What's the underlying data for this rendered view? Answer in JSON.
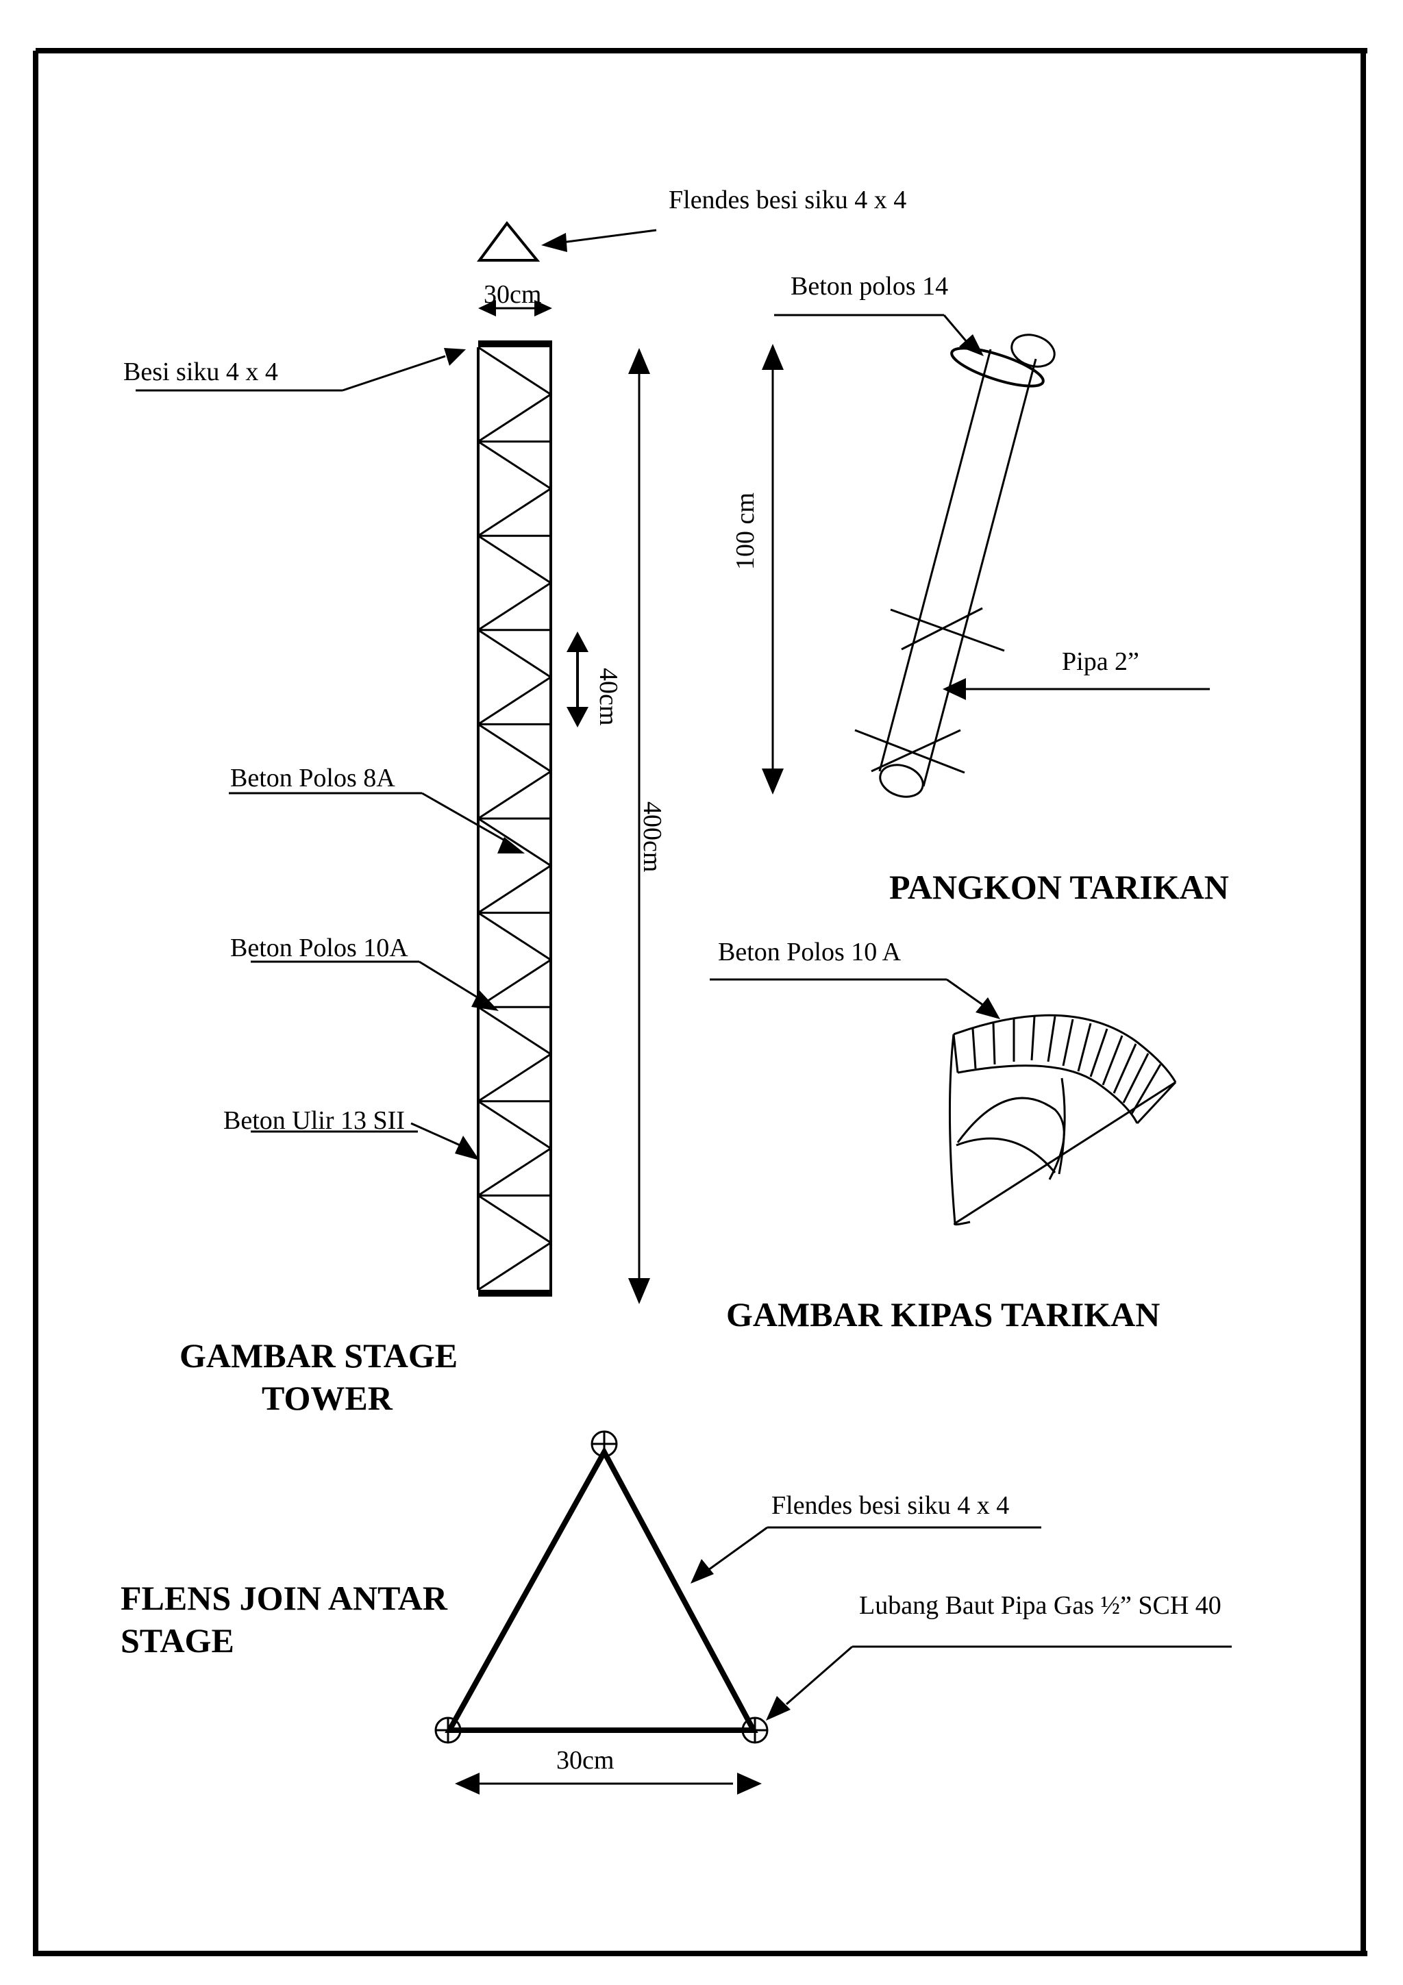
{
  "stage_tower": {
    "title_line1": "GAMBAR STAGE",
    "title_line2": "TOWER",
    "top_flange_label": "Flendes besi siku 4 x 4",
    "width_label": "30cm",
    "leg_label": "Besi siku 4 x 4",
    "panel_label": "40cm",
    "height_label": "400cm",
    "diagonal_label": "Beton Polos 8A",
    "horizontal_label": "Beton Polos 10A",
    "rebar_label": "Beton Ulir 13 SII"
  },
  "pangkon": {
    "title": "PANGKON TARIKAN",
    "ring_label": "Beton polos 14",
    "length_label": "100 cm",
    "pipe_label": "Pipa 2”"
  },
  "kipas": {
    "title": "GAMBAR KIPAS TARIKAN",
    "bar_label": "Beton Polos 10 A"
  },
  "flens": {
    "title_line1": "FLENS JOIN ANTAR",
    "title_line2": "STAGE",
    "flange_label": "Flendes besi siku 4 x 4",
    "bolt_label": "Lubang Baut Pipa Gas ½” SCH 40",
    "width_label": "30cm"
  }
}
